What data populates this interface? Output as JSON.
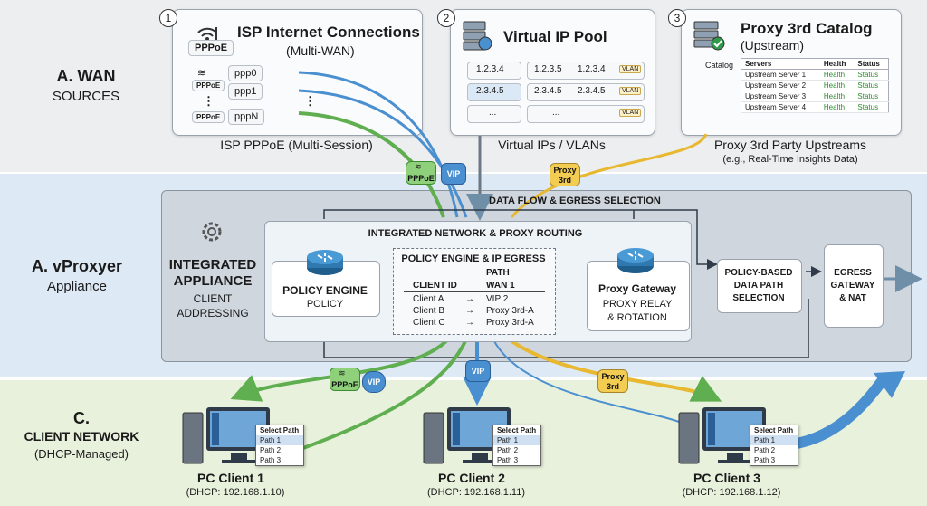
{
  "sections": {
    "wan": {
      "title": "A. WAN",
      "subtitle": "SOURCES"
    },
    "app": {
      "title": "A. vProxyer",
      "subtitle": "Appliance"
    },
    "client": {
      "title": "C.",
      "title2": "CLIENT NETWORK",
      "subtitle": "(DHCP-Managed)"
    }
  },
  "isp": {
    "num": "1",
    "title": "ISP Internet Connections",
    "subtitle": "(Multi-WAN)",
    "pppoe_label": "PPPoE",
    "sessions": [
      "ppp0",
      "ppp1",
      "pppN"
    ],
    "dots": "⋮",
    "caption": "ISP PPPoE (Multi-Session)"
  },
  "vip": {
    "num": "2",
    "title": "Virtual IP Pool",
    "rows": [
      {
        "left": "1.2.3.4",
        "mid": "1.2.3.5",
        "right": "1.2.3.4",
        "tag": "VLAN"
      },
      {
        "left": "2.3.4.5",
        "mid": "2.3.4.5",
        "right": "2.3.4.5",
        "tag": "VLAN"
      },
      {
        "left": "...",
        "mid": "...",
        "right": "",
        "tag": "VLAN"
      }
    ],
    "caption": "Virtual IPs / VLANs"
  },
  "proxy": {
    "num": "3",
    "title": "Proxy 3rd Catalog",
    "subtitle": "(Upstream)",
    "catalog_label": "Catalog",
    "headers": [
      "Servers",
      "Health",
      "Status"
    ],
    "rows": [
      [
        "Upstream Server 1",
        "Health",
        "Status"
      ],
      [
        "Upstream Server 2",
        "Health",
        "Status"
      ],
      [
        "Upstream Server 3",
        "Health",
        "Status"
      ],
      [
        "Upstream Server 4",
        "Health",
        "Status"
      ]
    ],
    "caption": "Proxy 3rd Party Upstreams",
    "caption2": "(e.g., Real-Time Insights Data)"
  },
  "badges": {
    "pppoe": "PPPoE",
    "vip": "VIP",
    "proxy": "Proxy 3rd"
  },
  "flow_label": "DATA FLOW & EGRESS SELECTION",
  "appliance": {
    "title": "INTEGRATED",
    "title2": "APPLIANCE",
    "sub1": "CLIENT",
    "sub2": "ADDRESSING",
    "routing_title": "INTEGRATED NETWORK & PROXY ROUTING",
    "policy_engine": {
      "title": "POLICY ENGINE",
      "sub": "POLICY"
    },
    "egress_table": {
      "title": "POLICY ENGINE & IP EGRESS",
      "col1": "CLIENT ID",
      "col2a": "PATH",
      "col2b": "WAN 1",
      "rows": [
        {
          "client": "Client A",
          "path": "VIP 2"
        },
        {
          "client": "Client B",
          "path": "Proxy 3rd-A"
        },
        {
          "client": "Client C",
          "path": "Proxy 3rd-A"
        }
      ]
    },
    "gateway": {
      "title": "Proxy Gateway",
      "sub1": "PROXY RELAY",
      "sub2": "& ROTATION"
    },
    "policy_path": {
      "l1": "POLICY-BASED",
      "l2": "DATA PATH",
      "l3": "SELECTION"
    },
    "egress": {
      "l1": "EGRESS",
      "l2": "GATEWAY",
      "l3": "& NAT"
    }
  },
  "clients": [
    {
      "name": "PC Client 1",
      "dhcp": "(DHCP: 192.168.1.10)"
    },
    {
      "name": "PC Client 2",
      "dhcp": "(DHCP: 192.168.1.11)"
    },
    {
      "name": "PC Client 3",
      "dhcp": "(DHCP: 192.168.1.12)"
    }
  ],
  "menu": {
    "title": "Select Path",
    "items": [
      "Path 1",
      "Path 2",
      "Path 3"
    ]
  },
  "colors": {
    "green": "#5fae4f",
    "blue": "#4a8fcf",
    "yellow": "#e8b830",
    "dark": "#2f3b48"
  }
}
